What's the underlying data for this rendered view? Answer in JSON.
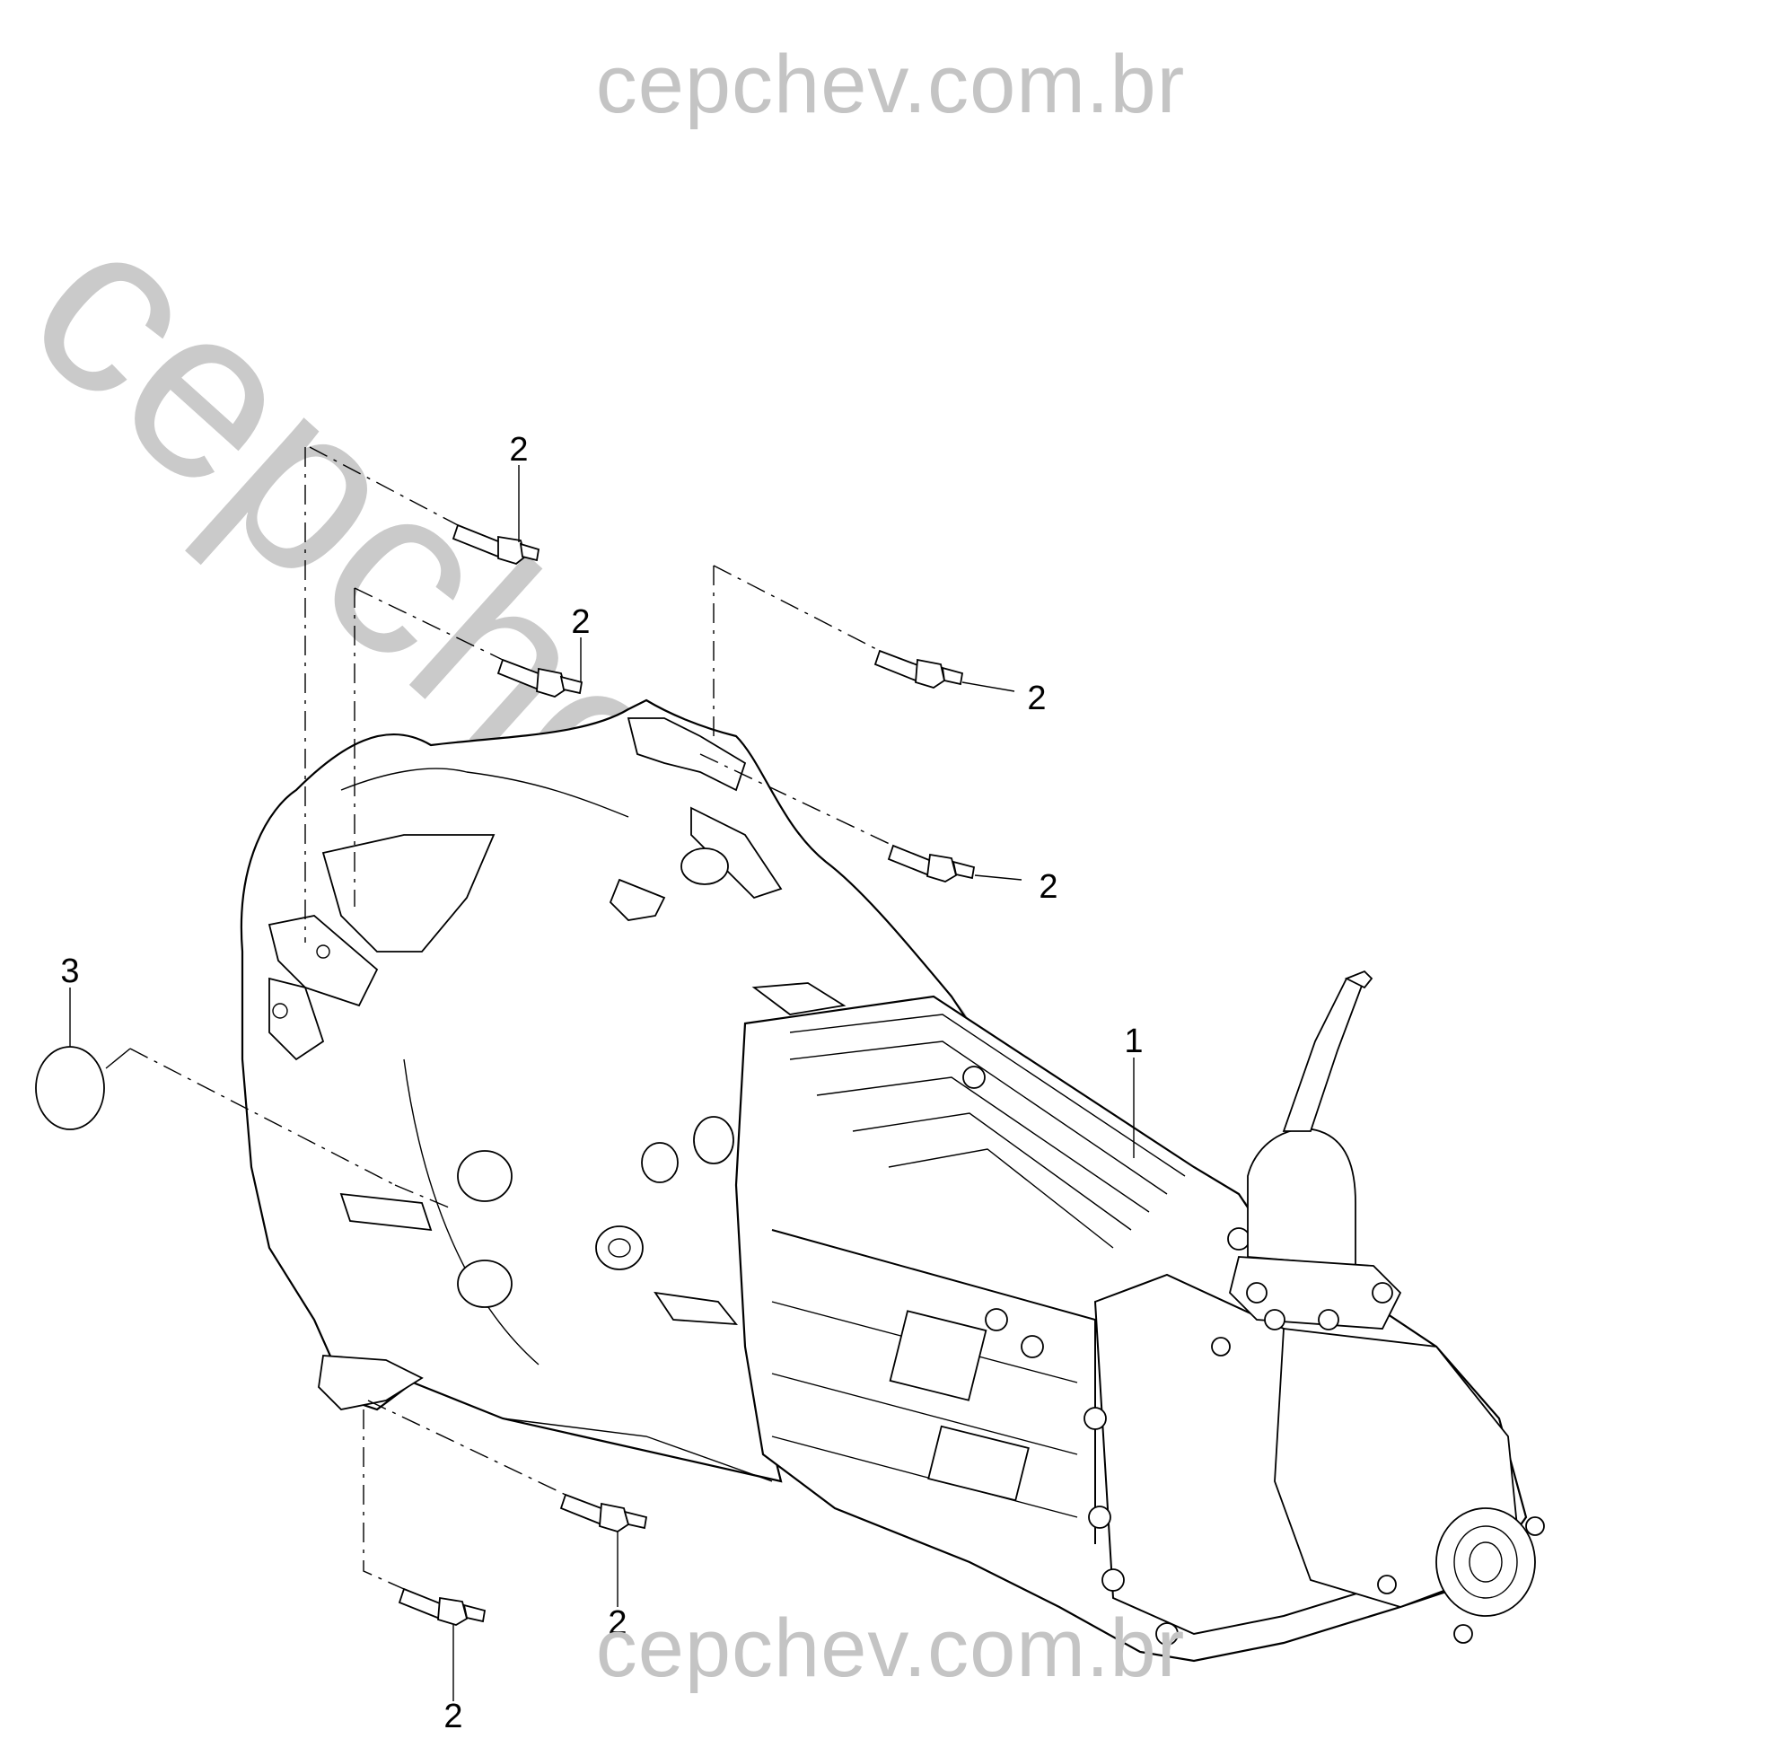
{
  "watermark": {
    "top": "cepchev.com.br",
    "bottom": "cepchev.com.br",
    "diagonal": "cepchev.com.br"
  },
  "callouts": {
    "transmission": "1",
    "bolt": "2",
    "plug": "3"
  }
}
